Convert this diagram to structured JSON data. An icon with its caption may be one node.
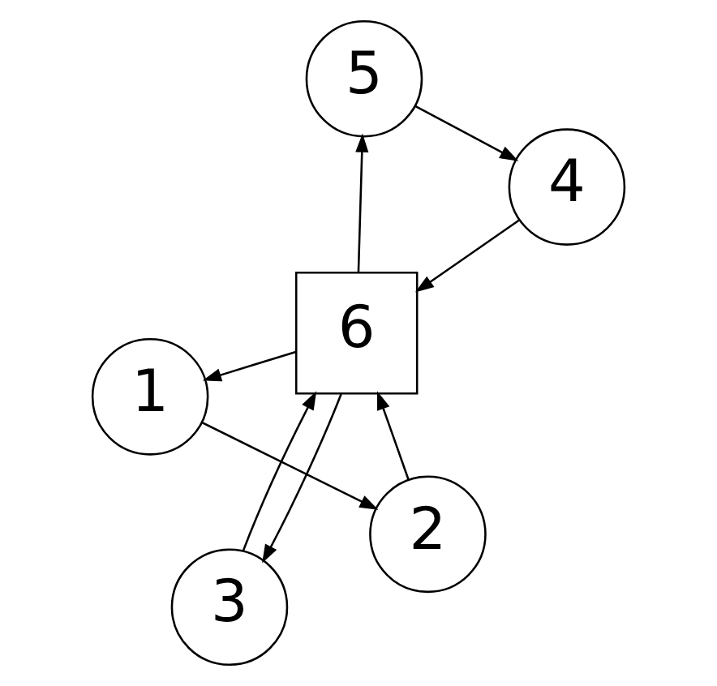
{
  "diagram": {
    "nodes": [
      {
        "text": [
          "1"
        ]
      },
      {
        "text": [
          "2"
        ]
      },
      {
        "text": [
          "3"
        ]
      },
      {
        "text": [
          "6"
        ]
      },
      {
        "text": [
          "4"
        ]
      },
      {
        "text": [
          "5"
        ]
      }
    ],
    "edges": [
      {
        "from": 0,
        "to": 1,
        "arrow": "to"
      },
      {
        "from": 1,
        "to": 3,
        "arrow": "to"
      },
      {
        "from": 3,
        "to": 0,
        "arrow": "to"
      },
      {
        "from": 3,
        "to": 2,
        "arrow": "to"
      },
      {
        "from": 2,
        "to": 3,
        "arrow": "to"
      },
      {
        "from": 3,
        "to": 5,
        "arrow": "to"
      },
      {
        "from": 5,
        "to": 4,
        "arrow": "to"
      },
      {
        "from": 4,
        "to": 3,
        "arrow": "to"
      }
    ]
  }
}
